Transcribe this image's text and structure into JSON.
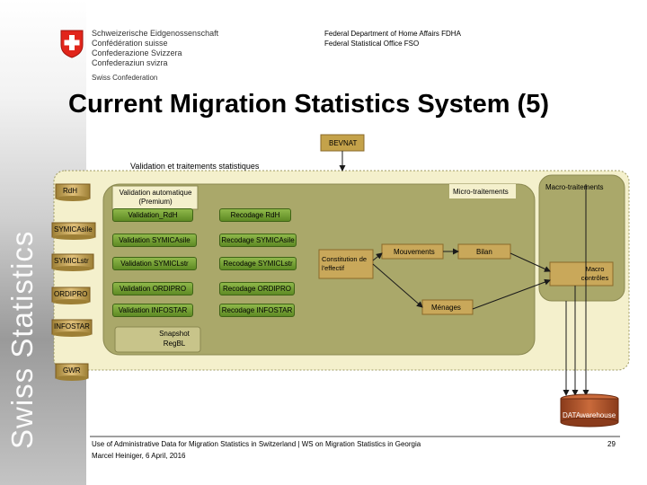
{
  "header": {
    "logo_lines": [
      "Schweizerische Eidgenossenschaft",
      "Confédération suisse",
      "Confederazione Svizzera",
      "Confederaziun svizra"
    ],
    "logo_sub": "Swiss Confederation",
    "dept_line1": "Federal Department of Home Affairs FDHA",
    "dept_line2": "Federal Statistical Office FSO"
  },
  "sidebar_text": "Swiss Statistics",
  "title": "Current Migration Statistics System (5)",
  "diagram": {
    "bevnat": "BEVNAT",
    "validation_title": "Validation et traitements statistiques",
    "sources": {
      "rdh": "RdH",
      "symicasile": "SYMICAsile",
      "symiclstr": "SYMICLstr",
      "ordipro": "ORDIPRO",
      "infostar": "INFOSTAR",
      "gwr": "GWR"
    },
    "validation_auto": "Validation automatique (Premium)",
    "buttons": {
      "validation_rdh": "Validation_RdH",
      "recodage_rdh": "Recodage RdH",
      "validation_symicasile": "Validation SYMICAsile",
      "recodage_symicasile": "Recodage SYMICAsile",
      "validation_symiclstr": "Validation SYMICLstr",
      "recodage_symiclstr": "Recodage SYMICLstr",
      "validation_ordipro": "Validation ORDIPRO",
      "recodage_ordipro": "Recodage ORDIPRO",
      "validation_infostar": "Validation INFOSTAR",
      "recodage_infostar": "Recodage INFOSTAR"
    },
    "micro": "Micro-traitements",
    "macro": "Macro-traitements",
    "mouvements": "Mouvements",
    "bilan": "Bilan",
    "constitution": "Constitution de l'effectif",
    "macro_controles": "Macro contrôles",
    "menages": "Ménages",
    "snapshot": "Snapshot RegBL",
    "warehouse": "DATAwarehouse"
  },
  "footer": {
    "line1": "Use of Administrative Data for Migration Statistics in Switzerland | WS on Migration Statistics in Georgia",
    "line2": "Marcel Heiniger, 6 April, 2016",
    "page": "29"
  },
  "colors": {
    "frame_fill": "#f4f0cc",
    "inner_fill": "#aaa86a",
    "button_green": "#6f9a2e",
    "db_fill": "#c4a24a",
    "db_warehouse": "#b0542a",
    "arrow": "#1a1a1a"
  }
}
